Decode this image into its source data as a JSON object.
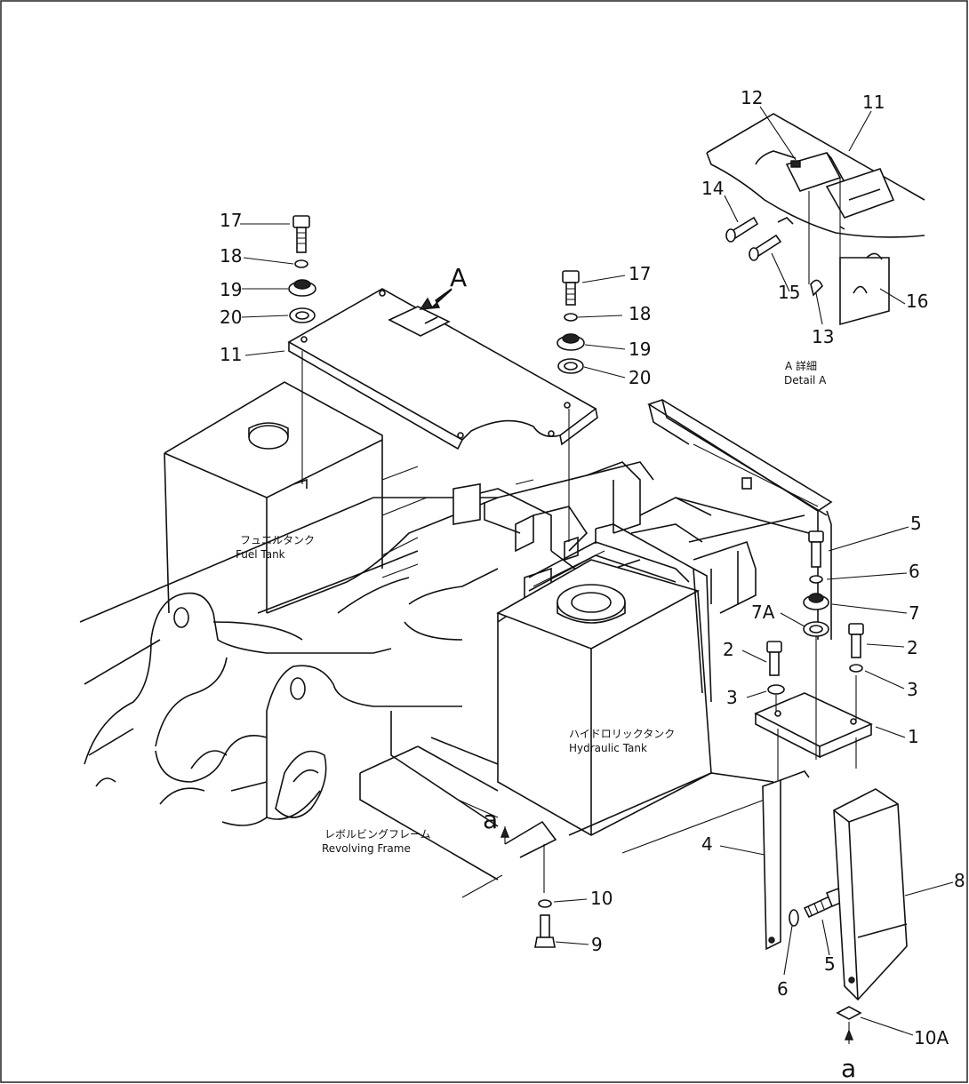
{
  "callouts": {
    "c1": "1",
    "c2a": "2",
    "c2b": "2",
    "c3a": "3",
    "c3b": "3",
    "c4": "4",
    "c5a": "5",
    "c5b": "5",
    "c6a": "6",
    "c6b": "6",
    "c7": "7",
    "c7a": "7A",
    "c8": "8",
    "c9": "9",
    "c10": "10",
    "c10a": "10A",
    "c11a": "11",
    "c11b": "11",
    "c12": "12",
    "c13": "13",
    "c14": "14",
    "c15": "15",
    "c16": "16",
    "c17a": "17",
    "c17b": "17",
    "c18a": "18",
    "c18b": "18",
    "c19a": "19",
    "c19b": "19",
    "c20a": "20",
    "c20b": "20"
  },
  "view_marker": {
    "arrow_letter": "A"
  },
  "section_marks": {
    "upper": "a",
    "lower": "a"
  },
  "labels": {
    "fuel_tank_jp": "フュエルタンク",
    "fuel_tank_en": "Fuel Tank",
    "hydraulic_tank_jp": "ハイドロリックタンク",
    "hydraulic_tank_en": "Hydraulic Tank",
    "revolving_frame_jp": "レボルビングフレーム",
    "revolving_frame_en": "Revolving Frame",
    "detail_jp": "A 詳細",
    "detail_en": "Detail A"
  }
}
